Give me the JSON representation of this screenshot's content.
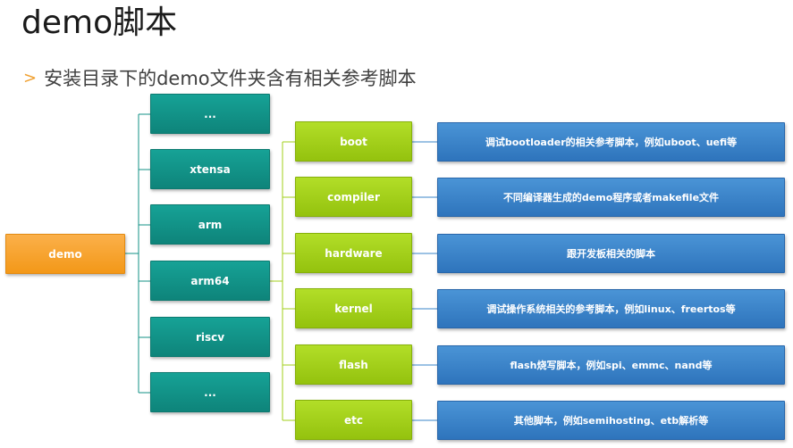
{
  "title": "demo脚本",
  "bullet": {
    "icon": "chevron-right-icon",
    "text": "安装目录下的demo文件夹含有相关参考脚本"
  },
  "diagram": {
    "root": {
      "label": "demo"
    },
    "architectures": [
      {
        "label": "..."
      },
      {
        "label": "xtensa"
      },
      {
        "label": "arm"
      },
      {
        "label": "arm64"
      },
      {
        "label": "riscv"
      },
      {
        "label": "..."
      }
    ],
    "categories": [
      {
        "label": "boot",
        "description": "调试bootloader的相关参考脚本，例如uboot、uefi等"
      },
      {
        "label": "compiler",
        "description": "不同编译器生成的demo程序或者makefile文件"
      },
      {
        "label": "hardware",
        "description": "跟开发板相关的脚本"
      },
      {
        "label": "kernel",
        "description": "调试操作系统相关的参考脚本，例如linux、freertos等"
      },
      {
        "label": "flash",
        "description": "flash烧写脚本，例如spi、emmc、nand等"
      },
      {
        "label": "etc",
        "description": "其他脚本，例如semihosting、etb解析等"
      }
    ]
  },
  "colors": {
    "root": "#f5a020",
    "architecture": "#119085",
    "category": "#a2cf18",
    "description": "#3a84c8",
    "connector_teal": "#119085",
    "connector_green": "#a2cf18",
    "connector_blue": "#3a84c8",
    "bullet_arrow": "#f0a030"
  }
}
